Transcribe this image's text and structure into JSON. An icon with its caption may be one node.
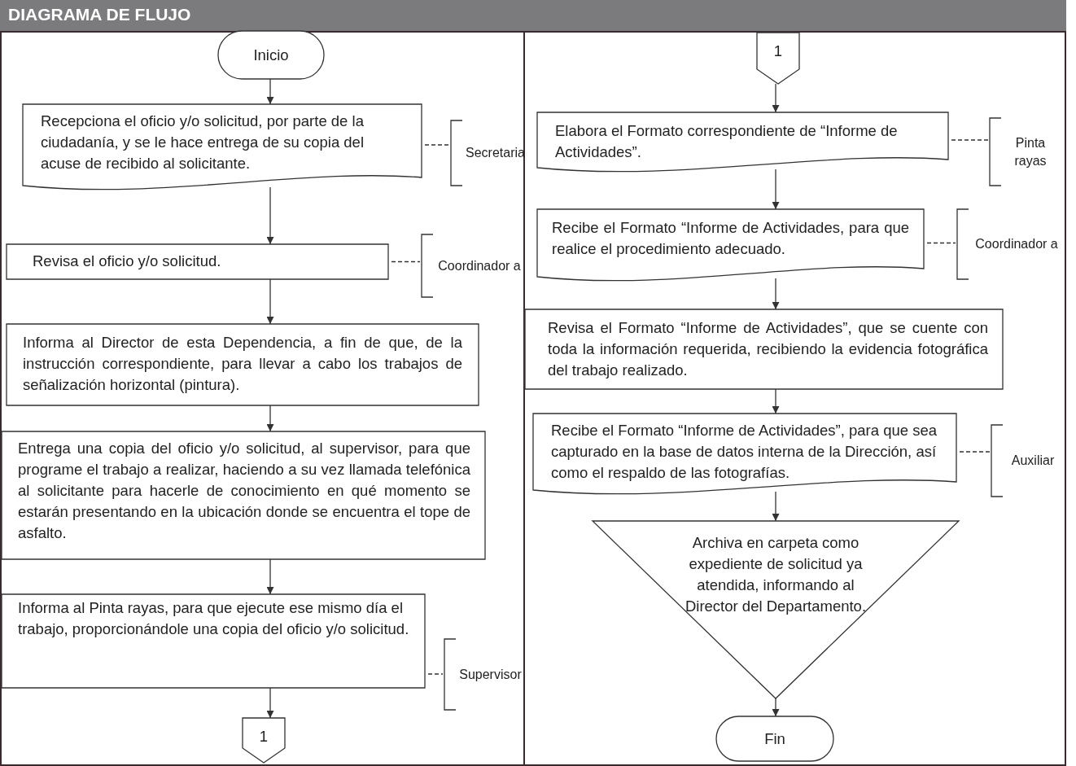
{
  "diagram": {
    "title": "DIAGRAMA DE FLUJO",
    "nodes": [
      {
        "text": [
          "Inicio"
        ]
      },
      {
        "text": [
          "Recepciona el oficio y/o solicitud, por parte de la ciudadanía, y se le hace entrega de su copia del acuse de recibido al solicitante."
        ]
      },
      {
        "text": [
          "Secretaria"
        ]
      },
      {
        "text": [
          "Revisa el oficio y/o solicitud."
        ]
      },
      {
        "text": [
          "Coordinador a"
        ]
      },
      {
        "text": [
          "Informa al Director de esta Dependencia, a fin de que, de la instrucción correspondiente, para llevar a cabo los trabajos de señalización horizontal (pintura)."
        ]
      },
      {
        "text": [
          "Entrega una copia del oficio y/o solicitud, al supervisor, para que programe el trabajo a realizar, haciendo a su vez llamada telefónica al solicitante para hacerle de conocimiento en qué momento se estarán presentando en la ubicación donde se encuentra el tope de asfalto."
        ]
      },
      {
        "text": [
          "Informa al Pinta rayas, para que ejecute ese mismo día el trabajo, proporcionándole una copia del oficio y/o solicitud."
        ]
      },
      {
        "text": [
          "Supervisor"
        ]
      },
      {
        "text": [
          "1"
        ]
      },
      {
        "text": [
          "1"
        ]
      },
      {
        "text": [
          "Elabora el Formato correspondiente de “Informe de Actividades”."
        ]
      },
      {
        "text": [
          "Pinta rayas"
        ]
      },
      {
        "text": [
          "Recibe el Formato “Informe de Actividades, para que realice el procedimiento adecuado."
        ]
      },
      {
        "text": [
          "Coordinador a"
        ]
      },
      {
        "text": [
          "Revisa el Formato “Informe de Actividades”, que se cuente con toda la información requerida, recibiendo la evidencia fotográfica del trabajo realizado."
        ]
      },
      {
        "text": [
          "Recibe el Formato “Informe de Actividades”, para que sea capturado en la base de datos interna de la Dirección, así como el respaldo de las fotografías."
        ]
      },
      {
        "text": [
          "Auxiliar"
        ]
      },
      {
        "text": [
          "Archiva en carpeta como expediente de solicitud ya atendida, informando al Director del Departamento."
        ]
      },
      {
        "text": [
          "Fin"
        ]
      }
    ],
    "edges": [
      {
        "from": 0,
        "to": 1,
        "arrow": "to"
      },
      {
        "from": 1,
        "to": 2,
        "arrow": "none",
        "style": "dashed"
      },
      {
        "from": 1,
        "to": 3,
        "arrow": "to"
      },
      {
        "from": 3,
        "to": 4,
        "arrow": "none",
        "style": "dashed"
      },
      {
        "from": 3,
        "to": 5,
        "arrow": "to"
      },
      {
        "from": 5,
        "to": 6,
        "arrow": "to"
      },
      {
        "from": 6,
        "to": 7,
        "arrow": "to"
      },
      {
        "from": 7,
        "to": 8,
        "arrow": "none",
        "style": "dashed"
      },
      {
        "from": 7,
        "to": 9,
        "arrow": "to"
      },
      {
        "from": 10,
        "to": 11,
        "arrow": "to"
      },
      {
        "from": 11,
        "to": 12,
        "arrow": "none",
        "style": "dashed"
      },
      {
        "from": 11,
        "to": 13,
        "arrow": "to"
      },
      {
        "from": 13,
        "to": 14,
        "arrow": "none",
        "style": "dashed"
      },
      {
        "from": 13,
        "to": 15,
        "arrow": "to"
      },
      {
        "from": 15,
        "to": 16,
        "arrow": "to"
      },
      {
        "from": 16,
        "to": 17,
        "arrow": "none",
        "style": "dashed"
      },
      {
        "from": 16,
        "to": 18,
        "arrow": "to"
      },
      {
        "from": 18,
        "to": 19,
        "arrow": "to"
      }
    ]
  }
}
